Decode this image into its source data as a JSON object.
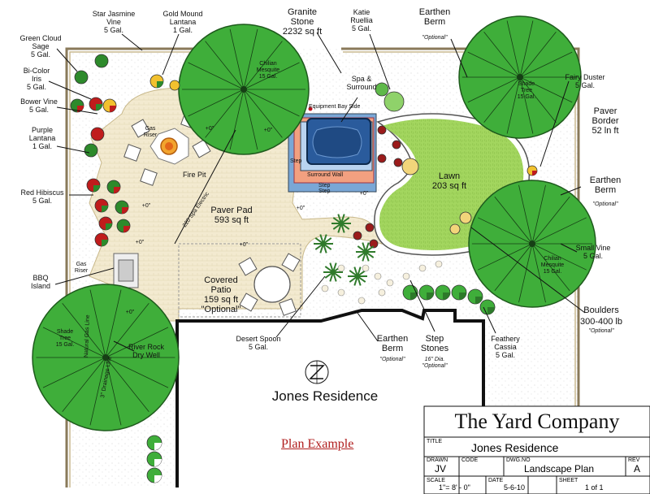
{
  "labels": {
    "star_jasmine": [
      "Star Jasmine",
      "Vine",
      "5 Gal."
    ],
    "gold_mound": [
      "Gold Mound",
      "Lantana",
      "1 Gal."
    ],
    "granite": [
      "Granite",
      "Stone",
      "2232 sq ft"
    ],
    "katie": [
      "Katie",
      "Ruellia",
      "5 Gal."
    ],
    "earthen_berm_top": [
      "Earthen",
      "Berm",
      "\"Optional\""
    ],
    "green_cloud": [
      "Green Cloud",
      "Sage",
      "5 Gal."
    ],
    "bicolor": [
      "Bi-Color",
      "Iris",
      "5 Gal."
    ],
    "bower": [
      "Bower Vine",
      "5 Gal."
    ],
    "purple_lantana": [
      "Purple",
      "Lantana",
      "1 Gal."
    ],
    "red_hibiscus": [
      "Red Hibiscus",
      "5 Gal."
    ],
    "bbq": [
      "BBQ",
      "Island"
    ],
    "gas_riser_1": [
      "Gas",
      "Riser"
    ],
    "gas_riser_2": [
      "Gas",
      "Riser"
    ],
    "fire_pit": "Fire Pit",
    "chilian_mesquite_1": [
      "Chilian",
      "Mesquite",
      "15 Gal."
    ],
    "spa": [
      "Spa &",
      "Surround"
    ],
    "equipment": "Equipment Bay Side",
    "spa_step_a": "Step",
    "spa_step_b": "Step",
    "spa_step_c": "Step",
    "surround_wall": "Surround Wall",
    "fairy_duster": [
      "Fairy Duster",
      "5 Gal."
    ],
    "shade_tree_1": [
      "Shade",
      "Tree",
      "15 Gal."
    ],
    "paver_border": [
      "Paver",
      "Border",
      "52 ln ft"
    ],
    "lawn": [
      "Lawn",
      "203 sq ft"
    ],
    "earthen_berm_right": [
      "Earthen",
      "Berm",
      "\"Optional\""
    ],
    "paver_pad": [
      "Paver Pad",
      "593 sq ft"
    ],
    "electric": "220 Spa Electric",
    "small_vine": [
      "Small Vine",
      "5 Gal."
    ],
    "chilian_mesquite_2": [
      "Chilian",
      "Mesquite",
      "15 Gal."
    ],
    "covered_patio": [
      "Covered",
      "Patio",
      "159 sq ft",
      "\"Optional\""
    ],
    "plus_zero": "+0\"",
    "shade_tree_2": [
      "Shade",
      "Tree",
      "15 Gal."
    ],
    "river_rock": [
      "River Rock",
      "Dry Well"
    ],
    "natural_gas": "Natural Gas Line",
    "drainage": "3\" Drainage Line",
    "boulders": [
      "Boulders",
      "300-400 lb",
      "\"Optional\""
    ],
    "desert_spoon": [
      "Desert Spoon",
      "5 Gal."
    ],
    "earthen_berm_bottom": [
      "Earthen",
      "Berm",
      "\"Optional\""
    ],
    "step_stones": [
      "Step",
      "Stones",
      "16\" Dia.",
      "\"Optional\""
    ],
    "feathery": [
      "Feathery",
      "Cassia",
      "5 Gal."
    ],
    "residence": "Jones Residence",
    "plan_example": "Plan Example"
  },
  "title_block": {
    "company": "The Yard Company",
    "title_caption": "TITLE",
    "title_value": "Jones Residence",
    "drawn_caption": "DRAWN",
    "drawn_value": "JV",
    "code_caption": "CODE",
    "code_value": "",
    "dwg_caption": "DWG.NO",
    "dwg_value": "Landscape Plan",
    "rev_caption": "REV",
    "rev_value": "A",
    "scale_caption": "SCALE",
    "scale_value": "1\"= 8' - 0\"",
    "date_caption": "DATE",
    "date_value": "5-6-10",
    "sheet_caption": "SHEET",
    "sheet_value": "1 of 1"
  },
  "colors": {
    "tree_green": "#3fae3a",
    "lawn_green": "#9bd35a",
    "paver": "#f1e6c8",
    "spa_blue": "#2a5b9c",
    "brick_red": "#9b1b1b"
  }
}
